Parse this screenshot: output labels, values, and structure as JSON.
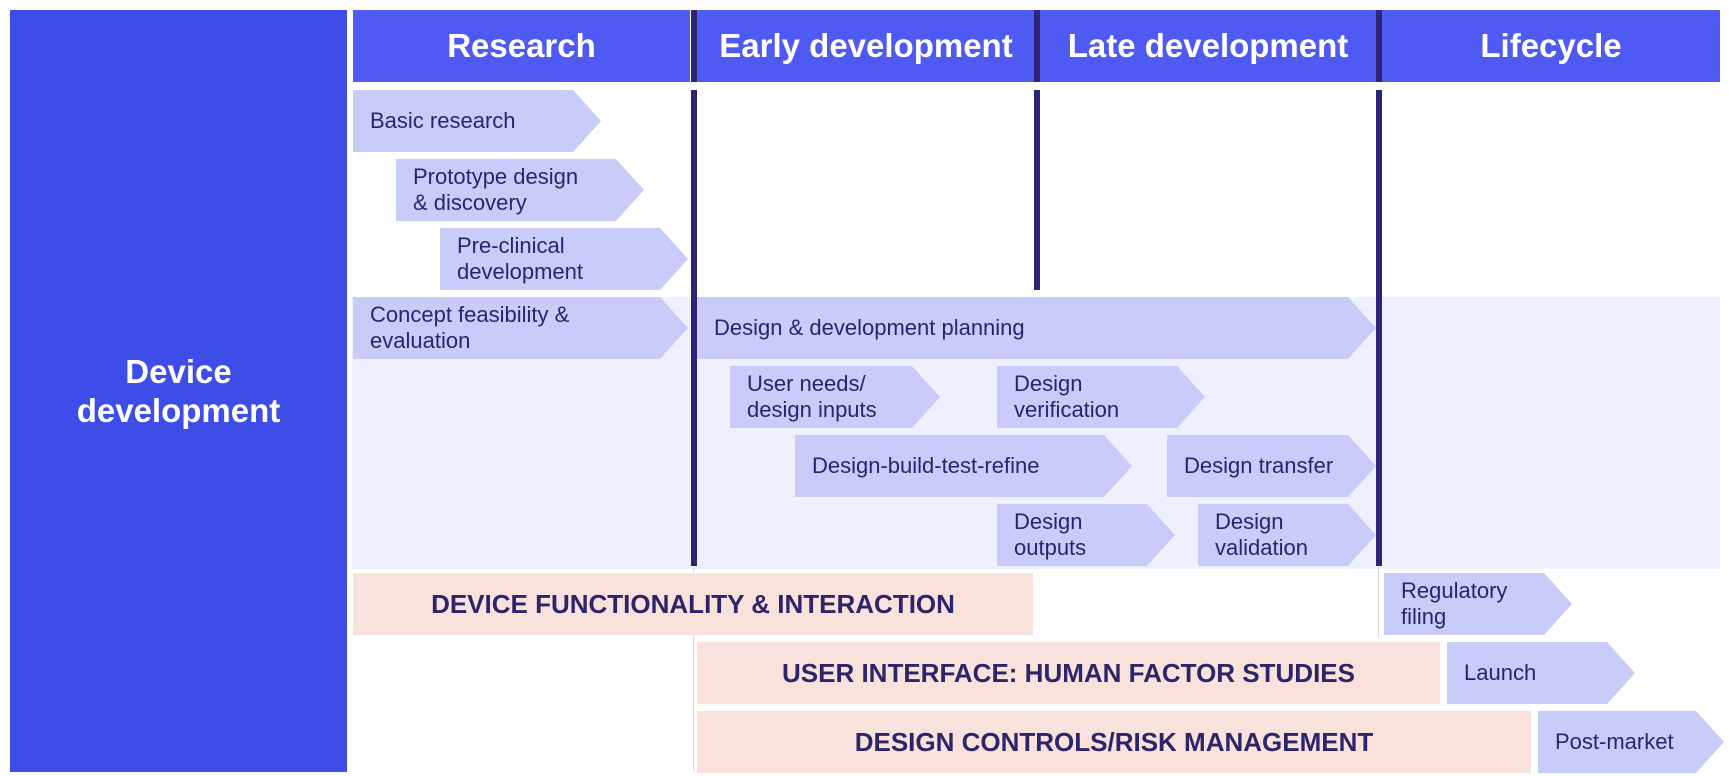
{
  "sidebar": {
    "label": "Device development"
  },
  "phases": [
    "Research",
    "Early development",
    "Late development",
    "Lifecycle"
  ],
  "stages": {
    "basic_research": "Basic research",
    "prototype": "Prototype design\n& discovery",
    "preclinical": "Pre-clinical\ndevelopment",
    "concept": "Concept feasibility &\nevaluation",
    "planning": "Design & development planning",
    "user_needs": "User needs/\ndesign inputs",
    "verification": "Design\nverification",
    "build_test": "Design-build-test-refine",
    "transfer": "Design transfer",
    "outputs": "Design\noutputs",
    "validation": "Design\nvalidation",
    "regulatory": "Regulatory\nfiling",
    "launch": "Launch",
    "post_market": "Post-market"
  },
  "bars": {
    "functionality": "DEVICE FUNCTIONALITY & INTERACTION",
    "user_interface": "USER INTERFACE: HUMAN FACTOR STUDIES",
    "design_controls": "DESIGN CONTROLS/RISK MANAGEMENT"
  },
  "colors": {
    "sidebar": "#3f4de8",
    "header": "#4f5af2",
    "stage_fill": "#c9ccf9",
    "stage_text": "#2a2470",
    "band": "#eef0fd",
    "divider": "#2e2475",
    "bar_fill": "#f9e2dc",
    "bar_text": "#2d2469"
  }
}
